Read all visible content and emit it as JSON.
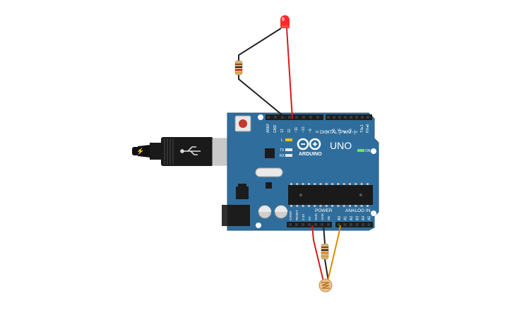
{
  "board": {
    "brand": "ARDUINO",
    "model": "UNO",
    "labels": {
      "digital": "DIGITAL (PWM~)",
      "power": "POWER",
      "analog": "ANALOG IN",
      "on": "ON",
      "led_l": "L",
      "tx": "TX",
      "rx": "RX"
    },
    "top_pins_left": [
      "AREF",
      "GND",
      "13",
      "12",
      "~11",
      "~10",
      "~9",
      "8"
    ],
    "top_pins_right": [
      "7",
      "~6",
      "~5",
      "4",
      "~3",
      "2",
      "TX▸1",
      "RX◂0"
    ],
    "power_pins": [
      "IOREF",
      "RESET",
      "3.3V",
      "5V",
      "GND",
      "GND",
      "Vin"
    ],
    "analog_pins": [
      "A0",
      "A1",
      "A2",
      "A3",
      "A4",
      "A5"
    ]
  },
  "colors": {
    "board": "#2e6c99",
    "board_edge": "#245a80",
    "wire_red": "#d7191c",
    "wire_black": "#222222",
    "wire_orange": "#e08c00",
    "led": "#ff2a2a",
    "usb_plug": "#1a1a1a",
    "usb_port": "#d8d8d8"
  },
  "components": {
    "led": "led-red",
    "resistor_top": "resistor",
    "resistor_bottom": "resistor",
    "sensor": "photoresistor",
    "usb": "usb-cable"
  },
  "icons": {
    "usb_plug": "lightning-bolt-icon",
    "usb_symbol": "usb-trident-icon",
    "infinity": "arduino-infinity-logo"
  }
}
